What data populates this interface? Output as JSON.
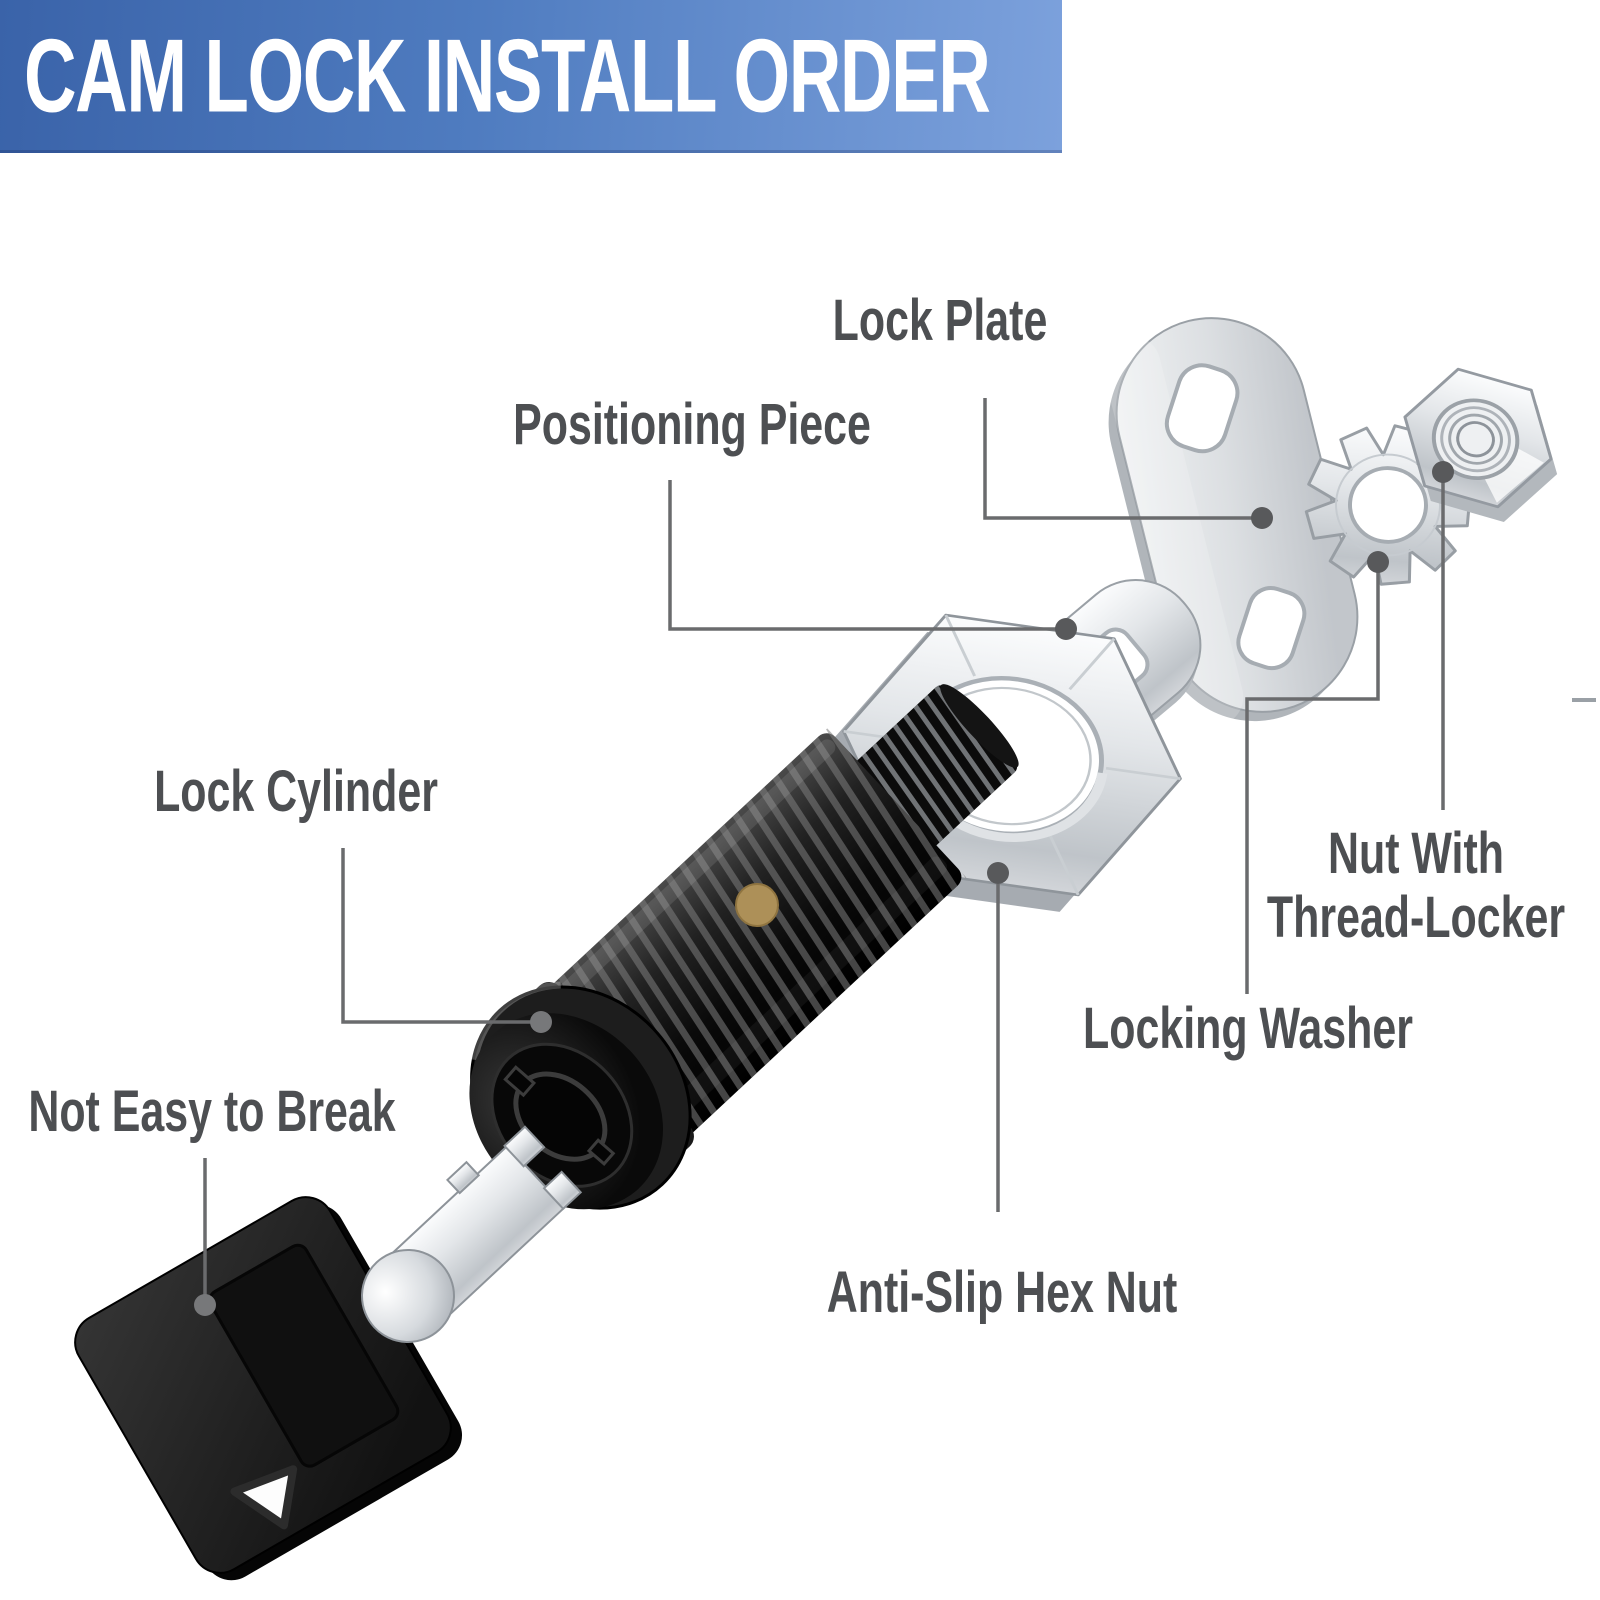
{
  "banner": {
    "title": "CAM LOCK INSTALL ORDER"
  },
  "labels": {
    "lock_plate": {
      "text": "Lock Plate"
    },
    "positioning_piece": {
      "text": "Positioning Piece"
    },
    "lock_cylinder": {
      "text": "Lock Cylinder"
    },
    "not_easy_to_break": {
      "text": "Not Easy to Break"
    },
    "nut_with_thread_locker": {
      "line1": "Nut With",
      "line2": "Thread-Locker"
    },
    "locking_washer": {
      "text": "Locking Washer"
    },
    "anti_slip_hex_nut": {
      "text": "Anti-Slip Hex Nut"
    }
  },
  "colors": {
    "banner_gradient_left": "#3a63a9",
    "banner_gradient_right": "#7ca1dc",
    "banner_text": "#ffffff",
    "label_text": "#4d4f52",
    "leader_line": "#6a6b6d",
    "leader_dot": "#58595b",
    "lock_body_black": "#111111",
    "metal_silver": "#d5d8db",
    "brass_pin": "#ad9058"
  }
}
